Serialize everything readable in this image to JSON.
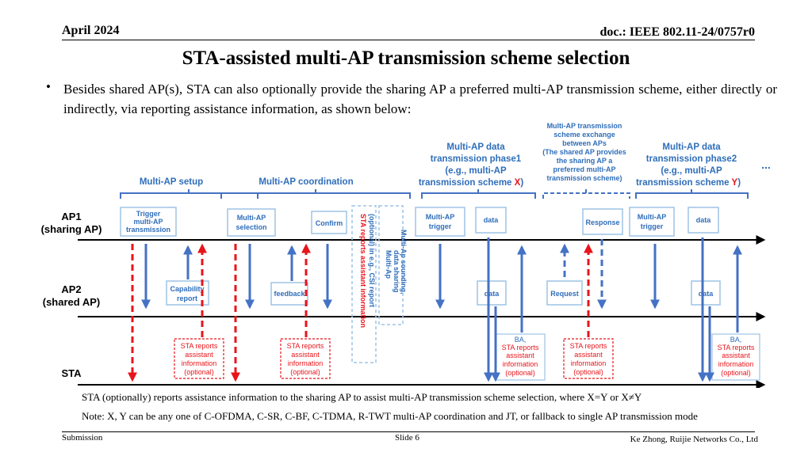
{
  "header": {
    "date": "April 2024",
    "doc": "doc.: IEEE 802.11-24/0757r0"
  },
  "title": "STA-assisted multi-AP transmission scheme selection",
  "bullet": "Besides shared AP(s), STA can also optionally provide the sharing AP a preferred multi-AP transmission scheme, either directly or indirectly, via reporting assistance information, as shown below:",
  "diagram": {
    "rows": {
      "ap1": [
        "AP1",
        "(sharing AP)"
      ],
      "ap2": [
        "AP2",
        "(shared AP)"
      ],
      "sta": [
        "STA"
      ]
    },
    "phases": {
      "setup": "Multi-AP setup",
      "coordination": "Multi-AP coordination",
      "phase1": [
        "Multi-AP data",
        "transmission phase1",
        "(e.g., multi-AP",
        "transmission scheme",
        "X",
        ")"
      ],
      "exchange": [
        "Multi-AP transmission",
        "scheme exchange",
        "between APs",
        "(The shared AP provides",
        "the sharing AP a",
        "preferred multi-AP",
        "transmission scheme)"
      ],
      "phase2": [
        "Multi-AP data",
        "transmission phase2",
        "(e.g., multi-AP",
        "transmission scheme",
        "Y",
        ")"
      ],
      "ellipsis": "..."
    },
    "boxes": {
      "trigger_tx": [
        "Trigger",
        "multi-AP",
        "transmission"
      ],
      "capability": [
        "Capability",
        "report"
      ],
      "selection": [
        "Multi-AP",
        "selection"
      ],
      "feedback": "feedback",
      "confirm": "Confirm",
      "vertical_sta": [
        "STA reports assistant information",
        "(optional) in e.g., CSI report"
      ],
      "vertical_sounding": [
        "Multi-Ap",
        "data sharing",
        "Multi-Ap sounding,"
      ],
      "trigger1": [
        "Multi-AP",
        "trigger"
      ],
      "data": "data",
      "request": "Request",
      "response": "Response",
      "trigger2": [
        "Multi-AP",
        "trigger"
      ],
      "ba": "BA,",
      "sta_report": [
        "STA reports",
        "assistant",
        "information",
        "(optional)"
      ]
    },
    "colors": {
      "blue": "#4472C4",
      "red": "#E8141B",
      "box_blue": "#9DC3E6",
      "label_blue": "#2F6EBA"
    }
  },
  "captions": {
    "line1": "STA (optionally) reports assistance information to the sharing AP to assist multi-AP transmission scheme selection, where X=Y or X≠Y",
    "line2": "Note: X, Y can be any one of C-OFDMA, C-SR, C-BF, C-TDMA, R-TWT multi-AP coordination and JT, or fallback to single AP transmission mode"
  },
  "footer": {
    "left": "Submission",
    "middle": "Slide 6",
    "right": "Ke Zhong, Ruijie Networks Co., Ltd"
  }
}
